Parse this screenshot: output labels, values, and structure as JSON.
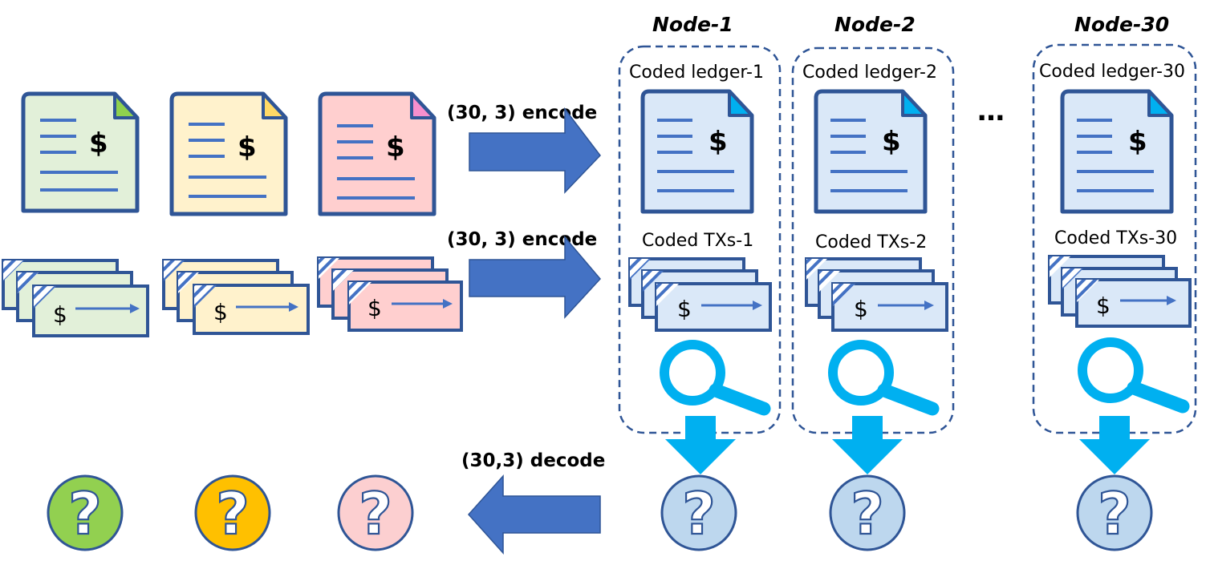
{
  "encode_ledger_label": "(30, 3) encode",
  "encode_txs_label": "(30, 3) encode",
  "decode_label": "(30,3) decode",
  "ellipsis": "…",
  "symbols": {
    "dollar": "$",
    "question": "?"
  },
  "colors": {
    "doc_border": "#2f5596",
    "line_blue": "#4472c4",
    "arrow_blue": "#4472c4",
    "node_blue": "#00b0f0",
    "coded_fill": "#dae8f8",
    "fold_coded": "#00b0f0",
    "ledger_fills": [
      "#e2f0d9",
      "#fff2cc",
      "#ffcfcf"
    ],
    "ledger_folds": [
      "#8fd14f",
      "#ffd966",
      "#f78fcd"
    ],
    "result_fills": [
      "#92d050",
      "#ffc000",
      "#fccfd0"
    ],
    "coded_result_fill": "#bdd7ee"
  },
  "nodes": [
    {
      "title": "Node-1",
      "ledger_label": "Coded ledger-1",
      "txs_label": "Coded TXs-1"
    },
    {
      "title": "Node-2",
      "ledger_label": "Coded ledger-2",
      "txs_label": "Coded TXs-2"
    },
    {
      "title": "Node-30",
      "ledger_label": "Coded ledger-30",
      "txs_label": "Coded TXs-30"
    }
  ]
}
